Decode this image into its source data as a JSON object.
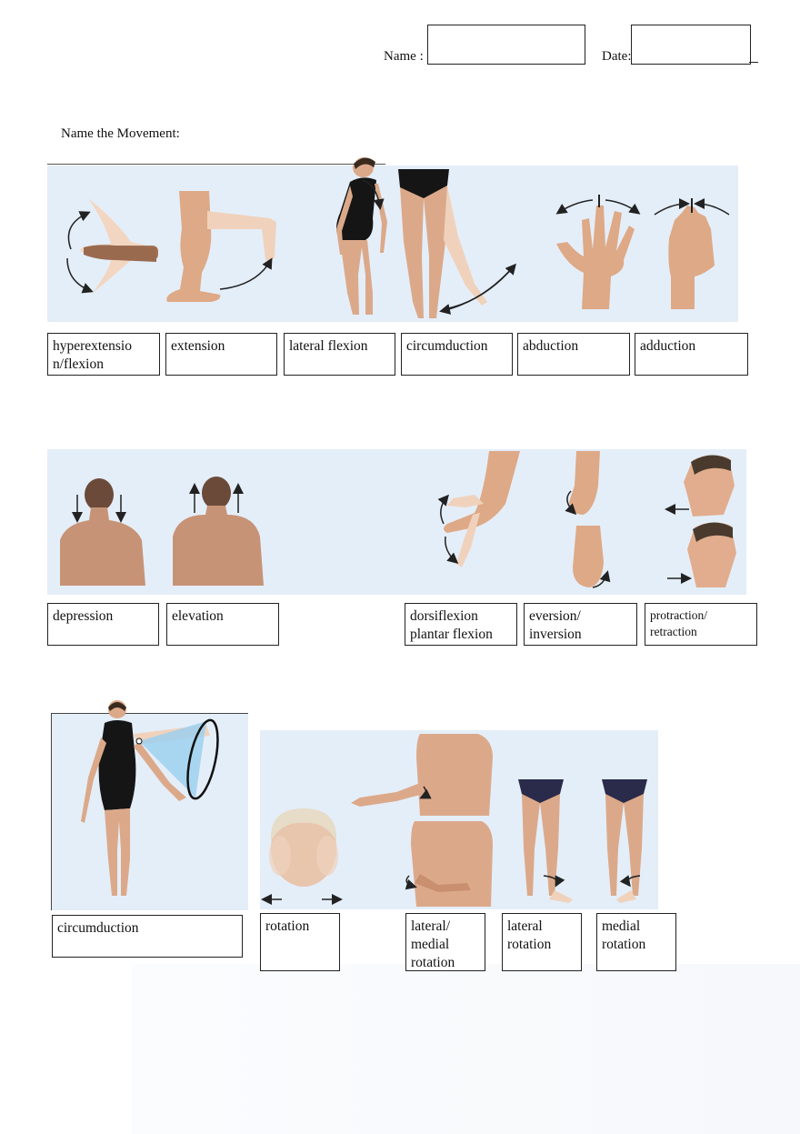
{
  "header": {
    "name_label": "Name :",
    "name_value": "",
    "date_label": "Date:",
    "date_value": ""
  },
  "instructions": "Name the Movement:",
  "rows": [
    {
      "answers": [
        "hyperextensio\nn/flexion",
        "extension",
        "lateral flexion",
        "circumduction",
        "abduction",
        "adduction"
      ]
    },
    {
      "answers": [
        "depression",
        "elevation",
        "dorsiflexion\nplantar flexion",
        "eversion/\ninversion",
        "protraction/\nretraction"
      ]
    },
    {
      "answers": [
        "circumduction",
        "rotation",
        "lateral/\nmedial\nrotation",
        "lateral\nrotation",
        "medial\nrotation"
      ]
    }
  ],
  "colors": {
    "panel": "#e4eef9",
    "skin": "#e0ad8c",
    "skin_shade": "#c98f6e",
    "skin_light": "#f0d2bc",
    "leotard": "#141414",
    "hair": "#3a2a1e",
    "briefs": "#2a2b4a",
    "cone": "#9dd0ef"
  }
}
